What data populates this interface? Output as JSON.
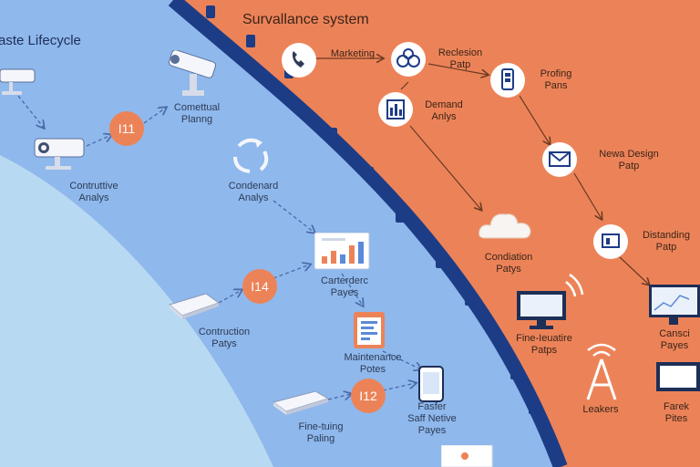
{
  "left_panel": {
    "title": "aste Lifecycle",
    "badges": [
      "I11",
      "I14",
      "I12"
    ],
    "labels": {
      "contextual_planning": [
        "Comettual",
        "Planng"
      ],
      "contruttive_analysis": [
        "Contruttive",
        "Analys"
      ],
      "condenard_analysis": [
        "Condenard",
        "Analys"
      ],
      "carterderc_payes": [
        "Carterderc",
        "Payes"
      ],
      "contruction_patys": [
        "Contruction",
        "Patys"
      ],
      "maintenance_potes": [
        "Maintenance",
        "Potes"
      ],
      "fine_tuning_paling": [
        "Fine-tuing",
        "Paling"
      ],
      "fasfer_native_payes": [
        "Fasfer",
        "Saff Netive",
        "Payes"
      ]
    }
  },
  "right_panel": {
    "title": "Survallance system",
    "labels": {
      "marketing": [
        "Marketing"
      ],
      "reclesion_patp": [
        "Reclesion",
        "Patp"
      ],
      "demand_analys": [
        "Demand",
        "Anlys"
      ],
      "profing_pans": [
        "Profing",
        "Pans"
      ],
      "news_design_patp": [
        "Newa Design",
        "Patp"
      ],
      "condiation_patys": [
        "Condiation",
        "Patys"
      ],
      "distanding_patp": [
        "Distanding",
        "Patp"
      ],
      "fine_ieuative_patps": [
        "Fine-Ieuatire",
        "Patps"
      ],
      "cansci_payes": [
        "Cansci",
        "Payes"
      ],
      "leakers": [
        "Leakers"
      ],
      "farek_pites": [
        "Farek",
        "Pites"
      ]
    }
  },
  "colors": {
    "left_blue": "#8fb8ec",
    "light_blue": "#b8d9f2",
    "border_navy": "#1d3c86",
    "right_orange": "#ec8358",
    "badge_orange": "#ec8358"
  }
}
